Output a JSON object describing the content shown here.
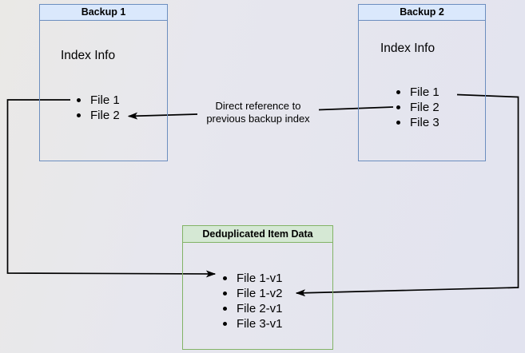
{
  "diagram": {
    "boxes": {
      "backup1": {
        "title": "Backup 1",
        "subtitle": "Index Info",
        "files": [
          "File 1",
          "File 2"
        ]
      },
      "backup2": {
        "title": "Backup 2",
        "subtitle": "Index Info",
        "files": [
          "File 1",
          "File 2",
          "File 3"
        ]
      },
      "dedup": {
        "title": "Deduplicated Item Data",
        "files": [
          "File 1-v1",
          "File 1-v2",
          "File 2-v1",
          "File 3-v1"
        ]
      }
    },
    "annotation": {
      "line1": "Direct reference to",
      "line2": "previous backup index"
    },
    "arrows": [
      {
        "name": "direct-reference",
        "from": "Backup 2 / File 2",
        "to": "Backup 1 / File 2",
        "label": "Direct reference to previous backup index"
      },
      {
        "name": "backup1-file1-to-dedup",
        "from": "Backup 1 / File 1",
        "to": "Deduplicated Item Data / File 1-v1"
      },
      {
        "name": "backup2-file1-to-dedup",
        "from": "Backup 2 / File 1",
        "to": "Deduplicated Item Data / File 1-v2"
      }
    ],
    "colors": {
      "blue_fill": "#dae8fc",
      "blue_border": "#6c8ebf",
      "green_fill": "#d5e8d4",
      "green_border": "#82b366",
      "arrow": "#000000"
    }
  }
}
